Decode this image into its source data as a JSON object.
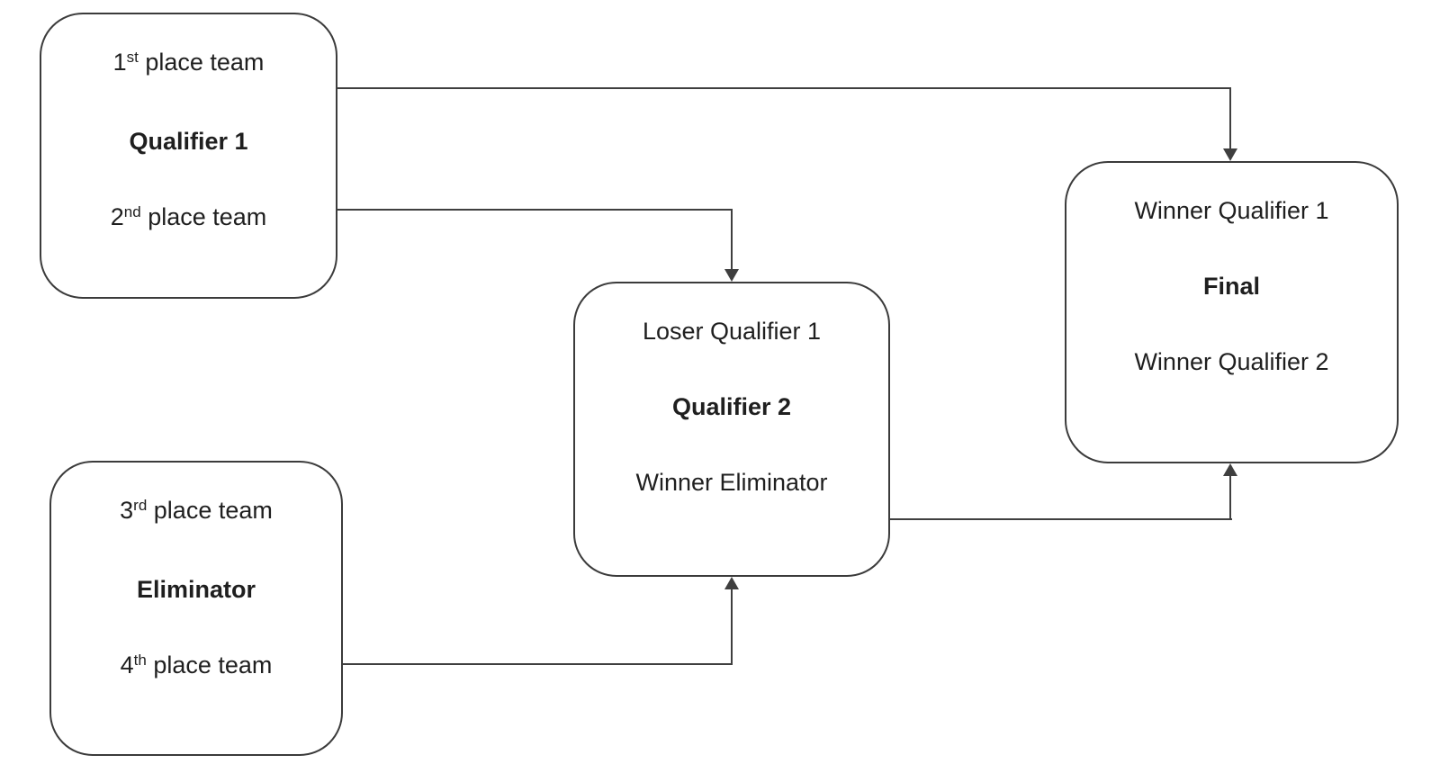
{
  "diagram": {
    "type": "playoff-bracket-flowchart",
    "colors": {
      "background": "#ffffff",
      "box_border": "#3b3b3b",
      "connector": "#3f3f3f",
      "text": "#1f1f1f"
    },
    "nodes": {
      "qualifier1": {
        "top_team_num": "1",
        "top_team_sup": "st",
        "top_team_rest": " place team",
        "title": "Qualifier 1",
        "bottom_team_num": "2",
        "bottom_team_sup": "nd",
        "bottom_team_rest": " place team"
      },
      "eliminator": {
        "top_team_num": "3",
        "top_team_sup": "rd",
        "top_team_rest": " place team",
        "title": "Eliminator",
        "bottom_team_num": "4",
        "bottom_team_sup": "th",
        "bottom_team_rest": " place team"
      },
      "qualifier2": {
        "top_text": "Loser Qualifier 1",
        "title": "Qualifier 2",
        "bottom_text": "Winner Eliminator"
      },
      "final": {
        "top_text": "Winner Qualifier 1",
        "title": "Final",
        "bottom_text": "Winner Qualifier 2"
      }
    },
    "edges": [
      {
        "from": "qualifier1",
        "to": "final"
      },
      {
        "from": "qualifier1",
        "to": "qualifier2"
      },
      {
        "from": "eliminator",
        "to": "qualifier2"
      },
      {
        "from": "qualifier2",
        "to": "final"
      }
    ]
  }
}
